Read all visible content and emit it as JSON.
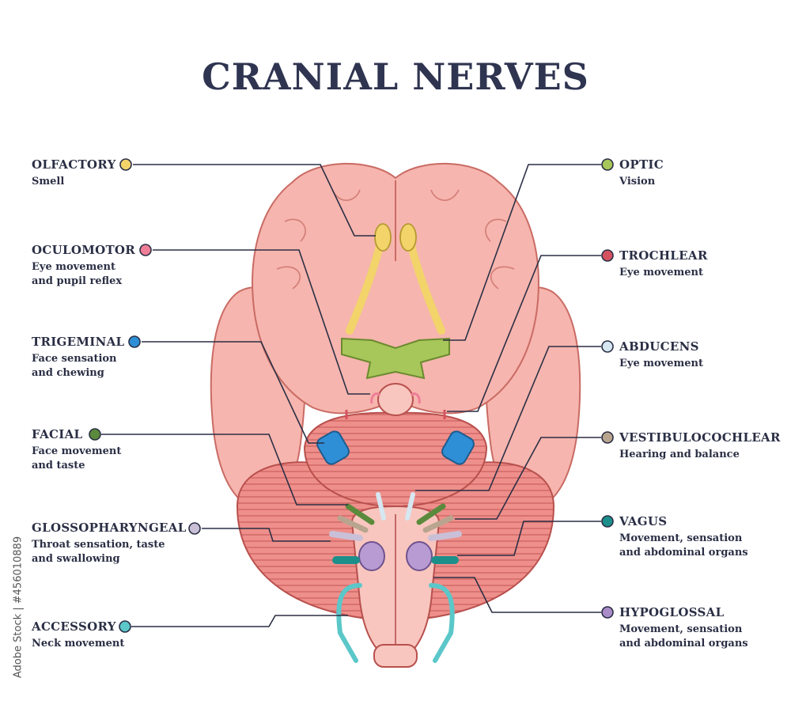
{
  "title": "CRANIAL NERVES",
  "nerves": [
    {
      "name": "OLFACTORY",
      "desc": [
        "Smell"
      ],
      "color": "#f2d46b"
    },
    {
      "name": "OCULOMOTOR",
      "desc": [
        "Eye movement",
        "and pupil reflex"
      ],
      "color": "#ee7e96"
    },
    {
      "name": "TRIGEMINAL",
      "desc": [
        "Face sensation",
        "and chewing"
      ],
      "color": "#2f8fd6"
    },
    {
      "name": "FACIAL",
      "desc": [
        "Face movement",
        "and taste"
      ],
      "color": "#5b8a3c"
    },
    {
      "name": "GLOSSOPHARYNGEAL",
      "desc": [
        "Throat sensation, taste",
        "and swallowing"
      ],
      "color": "#c9c0d8"
    },
    {
      "name": "ACCESSORY",
      "desc": [
        "Neck movement"
      ],
      "color": "#5bc7c9"
    },
    {
      "name": "OPTIC",
      "desc": [
        "Vision"
      ],
      "color": "#a7c75a"
    },
    {
      "name": "TROCHLEAR",
      "desc": [
        "Eye movement"
      ],
      "color": "#d4525f"
    },
    {
      "name": "ABDUCENS",
      "desc": [
        "Eye movement"
      ],
      "color": "#d7e7f2"
    },
    {
      "name": "VESTIBULOCOCHLEAR",
      "desc": [
        "Hearing and balance"
      ],
      "color": "#b9a58f"
    },
    {
      "name": "VAGUS",
      "desc": [
        "Movement, sensation",
        "and abdominal organs"
      ],
      "color": "#1d8f8b"
    },
    {
      "name": "HYPOGLOSSAL",
      "desc": [
        "Movement, sensation",
        "and abdominal organs"
      ],
      "color": "#a98cc8"
    }
  ],
  "watermark": "Adobe Stock | #456010889"
}
